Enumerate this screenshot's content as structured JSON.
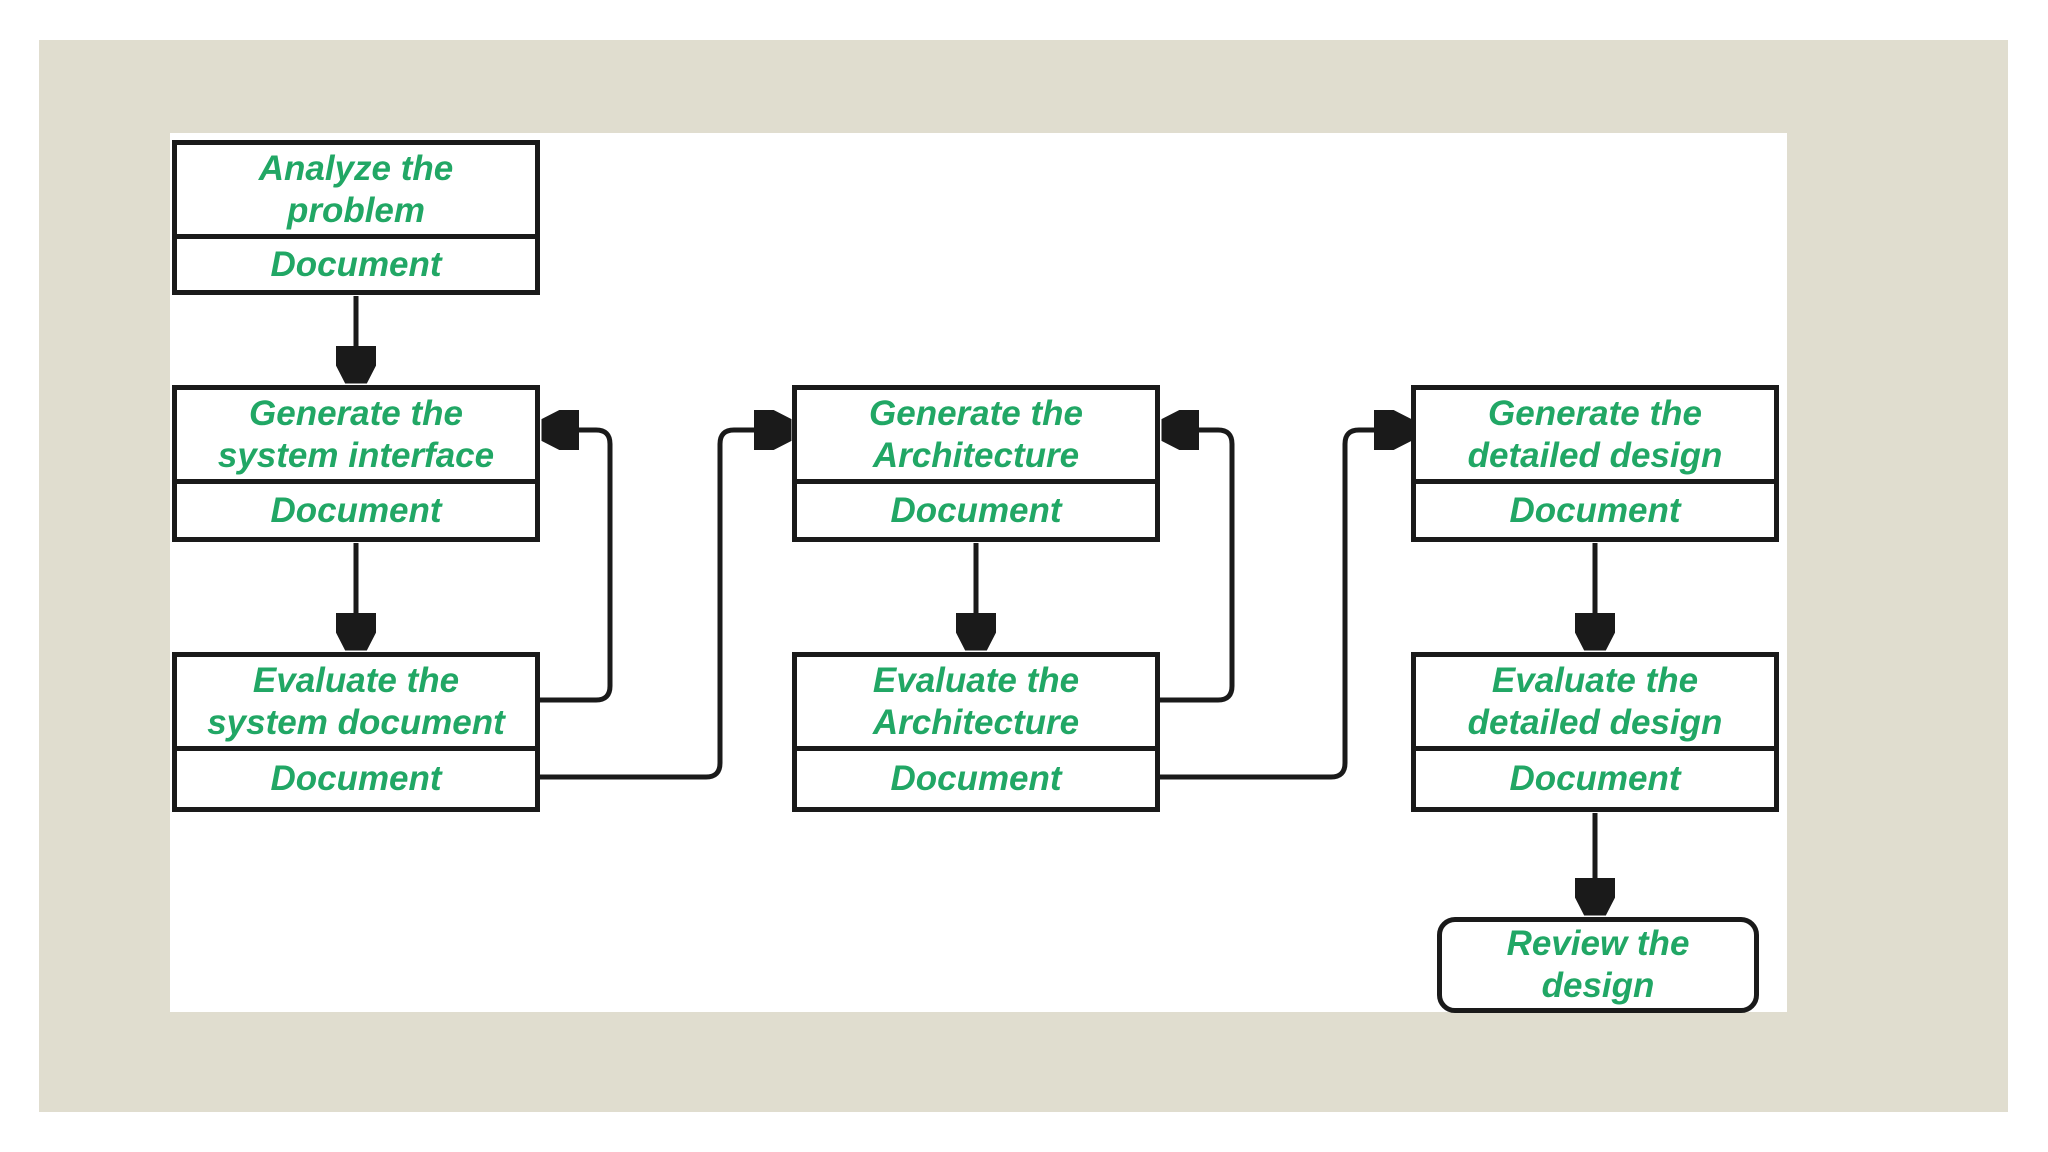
{
  "colors": {
    "page_bg": "#ffffff",
    "frame_bg": "#e0ddcf",
    "canvas_bg": "#ffffff",
    "line": "#1a1a1a",
    "text_green": "#21a765"
  },
  "diagram": {
    "description": "Iterative design process flowchart",
    "nodes": [
      {
        "id": "analyze-problem",
        "title": "Analyze the\nproblem",
        "doc": "Document"
      },
      {
        "id": "generate-system-interface",
        "title": "Generate the\nsystem interface",
        "doc": "Document"
      },
      {
        "id": "evaluate-system-document",
        "title": "Evaluate the\nsystem document",
        "doc": "Document"
      },
      {
        "id": "generate-architecture",
        "title": "Generate the\nArchitecture",
        "doc": "Document"
      },
      {
        "id": "evaluate-architecture",
        "title": "Evaluate the\nArchitecture",
        "doc": "Document"
      },
      {
        "id": "generate-detailed-design",
        "title": "Generate the\ndetailed design",
        "doc": "Document"
      },
      {
        "id": "evaluate-detailed-design",
        "title": "Evaluate the\ndetailed design",
        "doc": "Document"
      },
      {
        "id": "review-design",
        "title": "Review the\ndesign"
      }
    ],
    "edges": [
      {
        "from": "analyze-problem",
        "to": "generate-system-interface",
        "type": "flow"
      },
      {
        "from": "generate-system-interface",
        "to": "evaluate-system-document",
        "type": "flow"
      },
      {
        "from": "evaluate-system-document",
        "to": "generate-system-interface",
        "type": "feedback"
      },
      {
        "from": "evaluate-system-document",
        "to": "generate-architecture",
        "type": "flow"
      },
      {
        "from": "generate-architecture",
        "to": "evaluate-architecture",
        "type": "flow"
      },
      {
        "from": "evaluate-architecture",
        "to": "generate-architecture",
        "type": "feedback"
      },
      {
        "from": "evaluate-architecture",
        "to": "generate-detailed-design",
        "type": "flow"
      },
      {
        "from": "generate-detailed-design",
        "to": "evaluate-detailed-design",
        "type": "flow"
      },
      {
        "from": "evaluate-detailed-design",
        "to": "review-design",
        "type": "flow"
      }
    ]
  }
}
